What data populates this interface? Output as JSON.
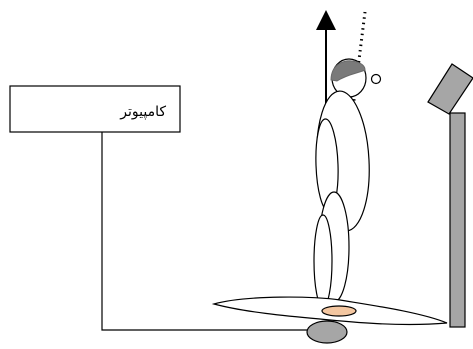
{
  "computer_box": {
    "label": "کامپیوتر"
  },
  "colors": {
    "line": "#000000",
    "head_hair": "#7a7a7a",
    "foot_pad": "#f4c7a1",
    "base_gray": "#a6a6a6",
    "screen_gray": "#a6a6a6",
    "white": "#ffffff"
  },
  "icons": [
    "computer-box",
    "human-figure",
    "upright-arrow",
    "sway-line",
    "support-stand",
    "force-plate"
  ]
}
